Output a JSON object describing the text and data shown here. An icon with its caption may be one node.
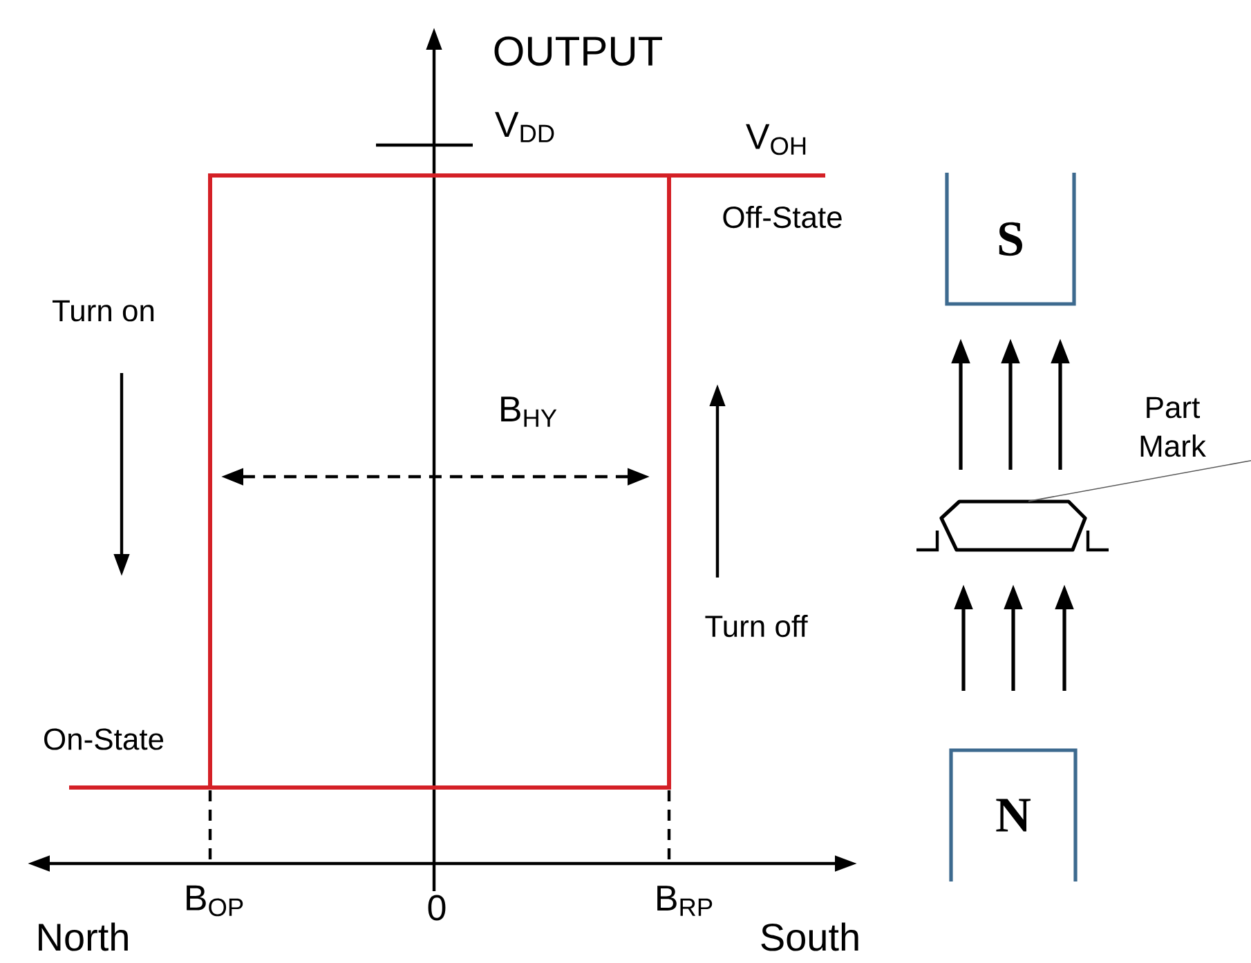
{
  "diagram": {
    "nodes": [
      {
        "text": [
          "S"
        ]
      },
      {
        "text": [
          "Part Mark"
        ]
      },
      {
        "text": [],
        "shape": "chip"
      },
      {
        "text": [
          "N"
        ]
      }
    ],
    "edges": [
      {
        "from": 1,
        "to": 2,
        "arrow": "none"
      }
    ],
    "labels": [
      "OUTPUT",
      "V$_{DD}$",
      "V$_{OH}$",
      "Off-State",
      "Turn on",
      "B$_{HY}$",
      "Turn off",
      "On-State",
      "B$_{OP}$",
      "0",
      "B$_{RP}$",
      "North",
      "South"
    ]
  }
}
